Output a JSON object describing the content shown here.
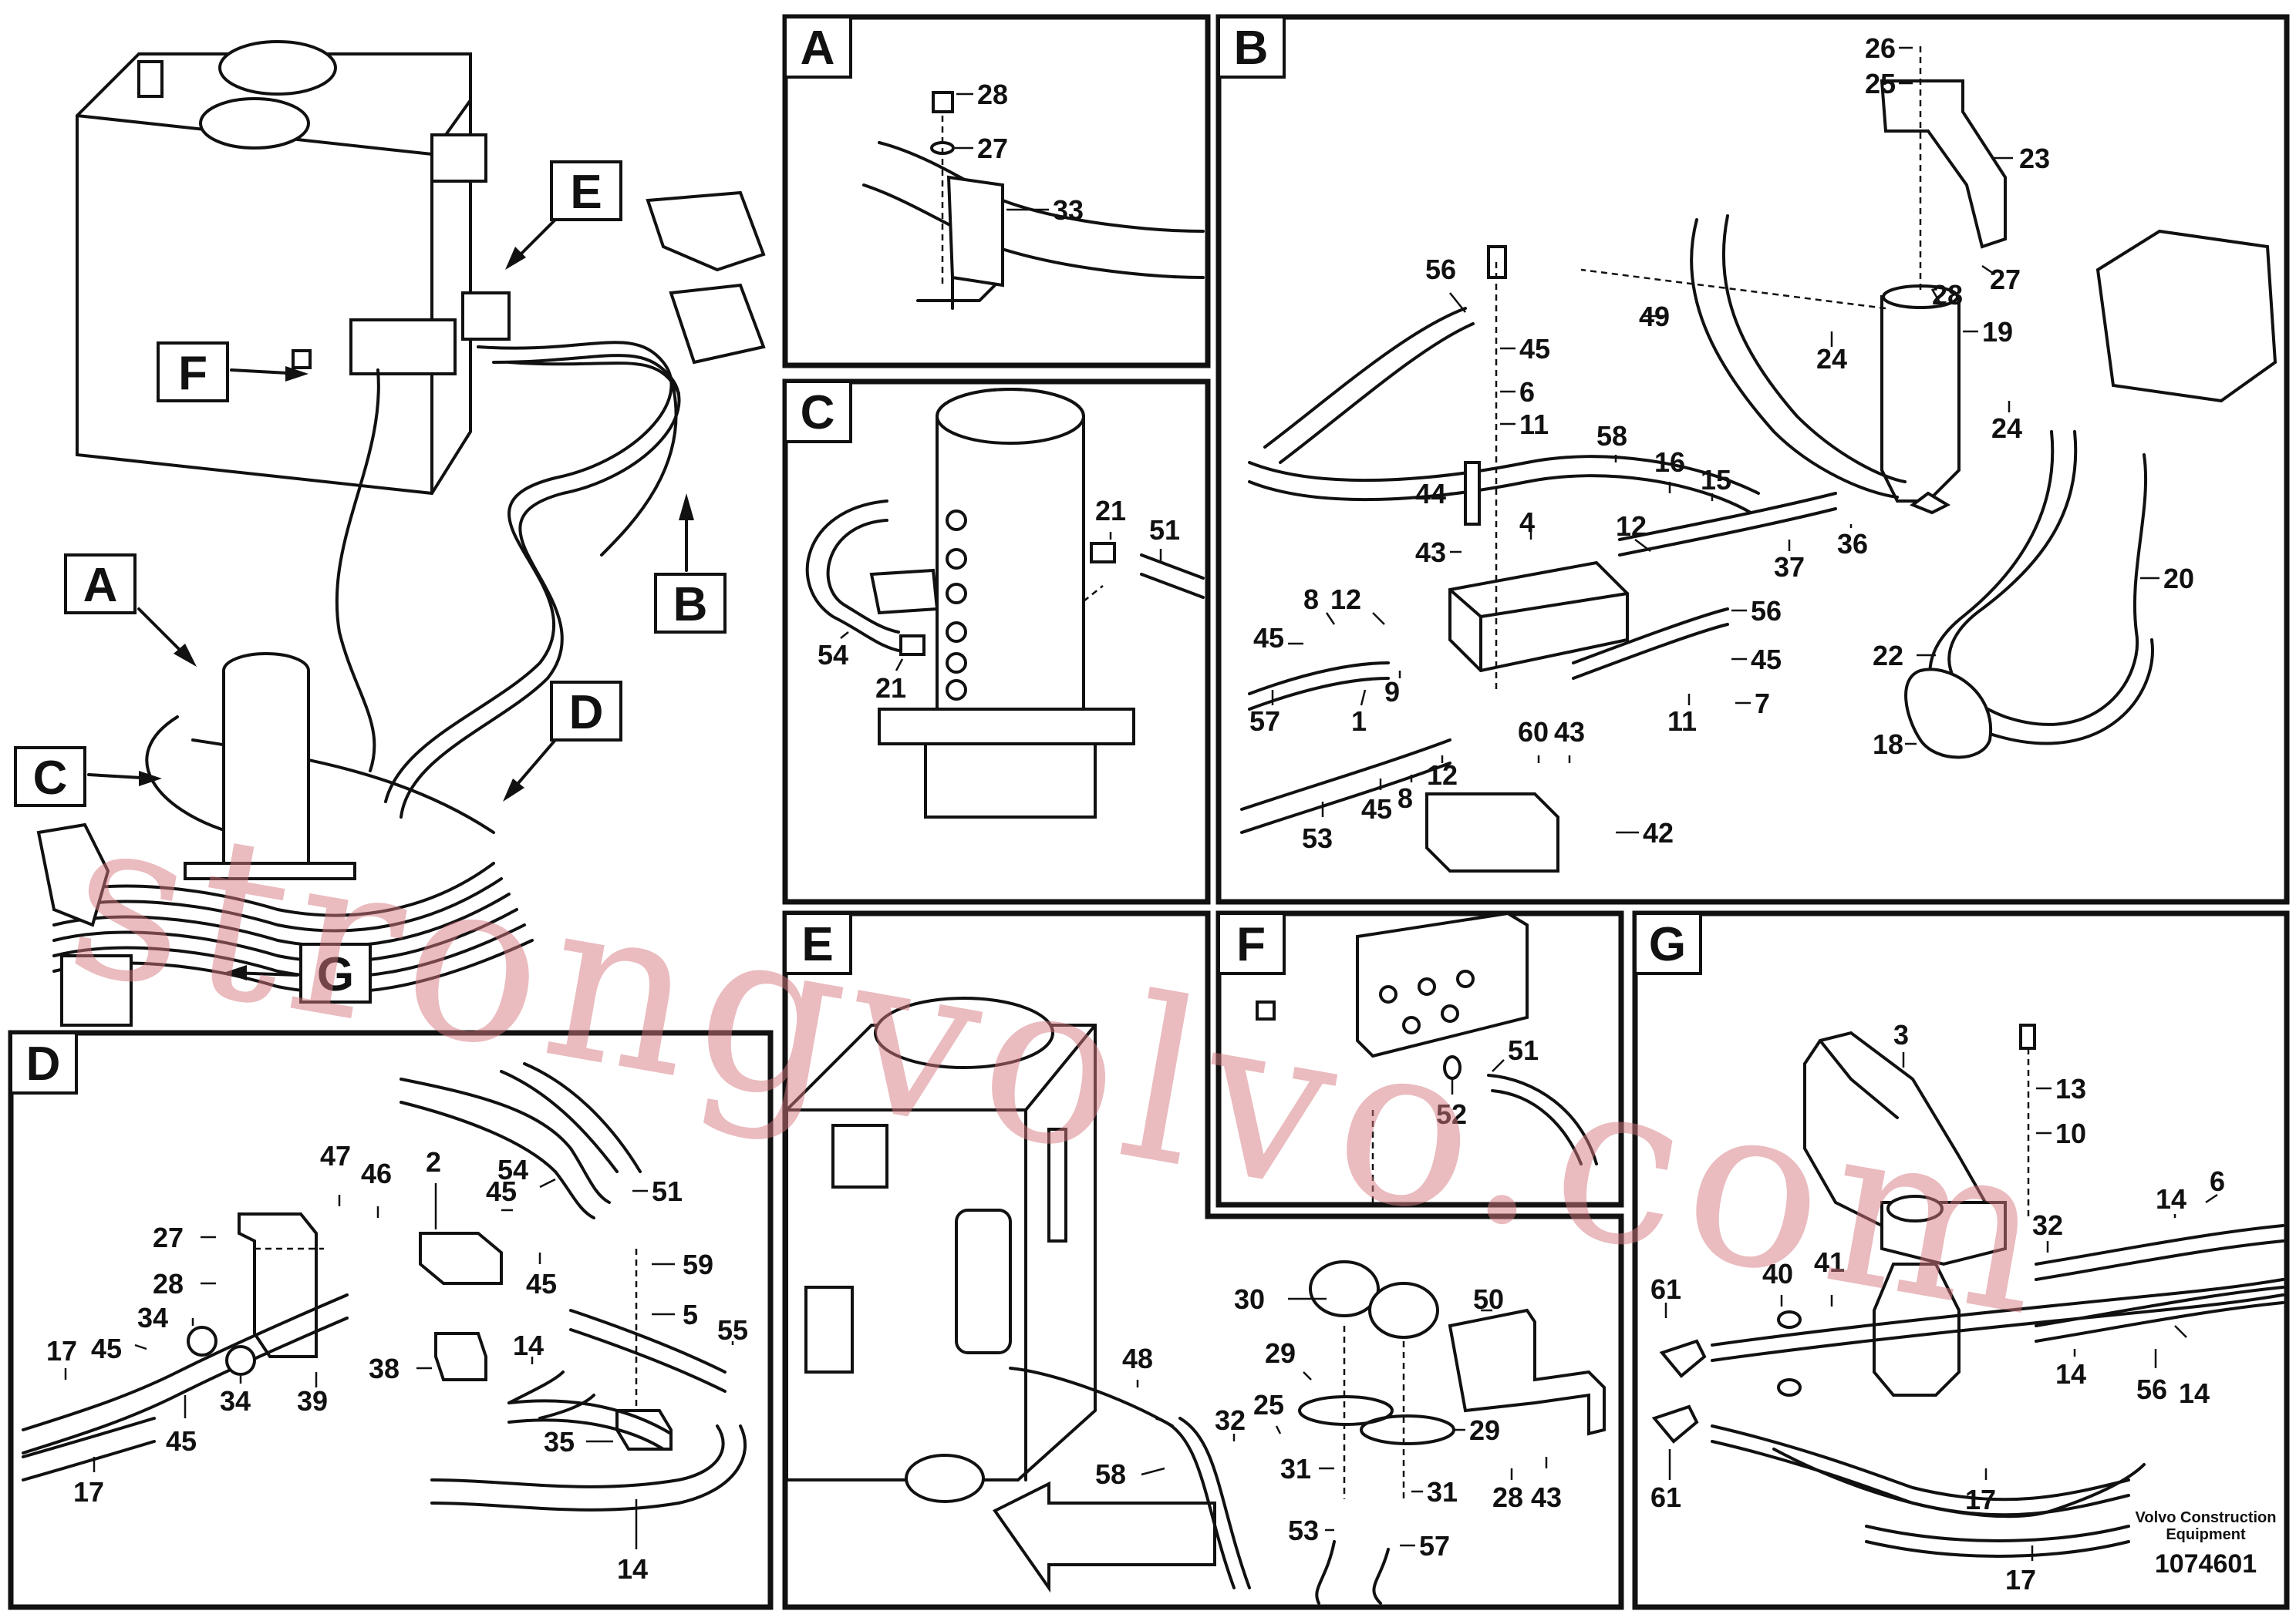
{
  "panels": [
    {
      "id": "A",
      "label": "A"
    },
    {
      "id": "B",
      "label": "B"
    },
    {
      "id": "C",
      "label": "C"
    },
    {
      "id": "D",
      "label": "D"
    },
    {
      "id": "E",
      "label": "E"
    },
    {
      "id": "F",
      "label": "F"
    },
    {
      "id": "G",
      "label": "G"
    }
  ],
  "overview_callouts": [
    "A",
    "B",
    "C",
    "D",
    "E",
    "F",
    "G"
  ],
  "part_numbers": {
    "A": [
      "28",
      "27",
      "33"
    ],
    "B": [
      "26",
      "25",
      "23",
      "56",
      "49",
      "28",
      "27",
      "45",
      "19",
      "6",
      "24",
      "24",
      "11",
      "58",
      "16",
      "15",
      "44",
      "4",
      "12",
      "36",
      "20",
      "43",
      "37",
      "8",
      "12",
      "56",
      "45",
      "9",
      "45",
      "22",
      "1",
      "57",
      "11",
      "7",
      "60",
      "43",
      "18",
      "12",
      "53",
      "45",
      "8",
      "42"
    ],
    "C": [
      "21",
      "51",
      "54",
      "21"
    ],
    "D": [
      "47",
      "46",
      "2",
      "54",
      "51",
      "45",
      "27",
      "28",
      "45",
      "59",
      "34",
      "5",
      "45",
      "17",
      "55",
      "34",
      "39",
      "38",
      "14",
      "45",
      "17",
      "35",
      "14"
    ],
    "E": [
      "48",
      "30",
      "50",
      "29",
      "32",
      "25",
      "29",
      "31",
      "58",
      "31",
      "28",
      "43",
      "53",
      "57"
    ],
    "F": [
      "51",
      "52"
    ],
    "G": [
      "3",
      "13",
      "10",
      "14",
      "6",
      "32",
      "61",
      "40",
      "41",
      "14",
      "56",
      "14",
      "61",
      "17",
      "17"
    ]
  },
  "footer": {
    "company_line1": "Volvo Construction",
    "company_line2": "Equipment",
    "doc_number": "1074601"
  },
  "watermark": "strongvolvo.com"
}
